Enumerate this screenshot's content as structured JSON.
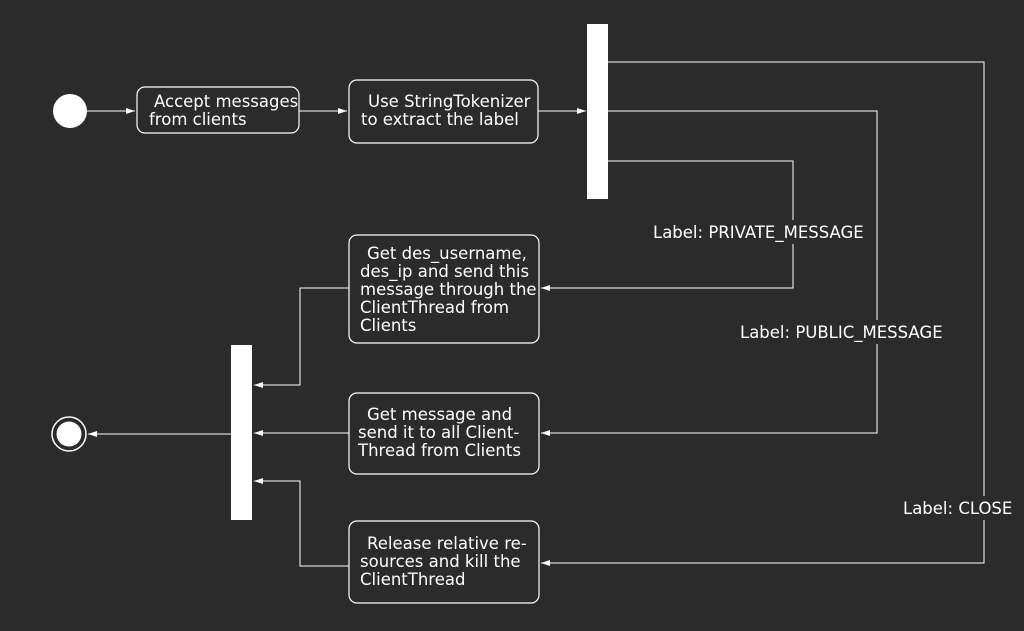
{
  "colors": {
    "background": "#2b2b2b",
    "foreground": "#ffffff"
  },
  "nodes": {
    "accept": {
      "lines": [
        "Accept messages",
        "from clients"
      ]
    },
    "tokenize": {
      "lines": [
        "Use StringTokenizer",
        "to extract the label"
      ]
    },
    "private": {
      "lines": [
        "Get des_username,",
        "des_ip and send this",
        "message through the",
        "ClientThread from",
        "Clients"
      ]
    },
    "public": {
      "lines": [
        "Get message and",
        "send it to all Client-",
        "Thread from Clients"
      ]
    },
    "close": {
      "lines": [
        "Release relative re-",
        "sources and kill the",
        "ClientThread"
      ]
    }
  },
  "edge_labels": {
    "private": "Label: PRIVATE_MESSAGE",
    "public": "Label: PUBLIC_MESSAGE",
    "close": "Label: CLOSE"
  }
}
